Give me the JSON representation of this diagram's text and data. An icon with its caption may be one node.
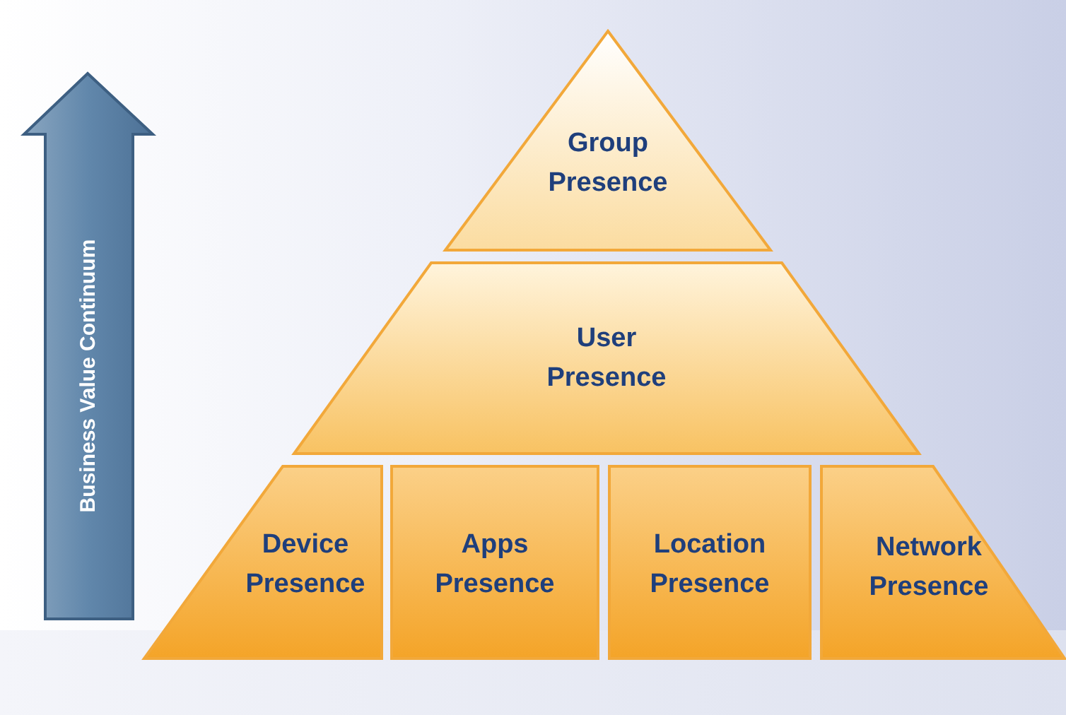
{
  "diagram": {
    "nodes": [
      {
        "text": [
          "Group Presence"
        ]
      },
      {
        "text": [
          "User Presence"
        ]
      },
      {
        "text": [
          "Device Presence"
        ]
      },
      {
        "text": [
          "Apps Presence"
        ]
      },
      {
        "text": [
          "Location Presence"
        ]
      },
      {
        "text": [
          "Network Presence"
        ]
      }
    ],
    "labels": [
      "Business Value Continuum"
    ]
  }
}
